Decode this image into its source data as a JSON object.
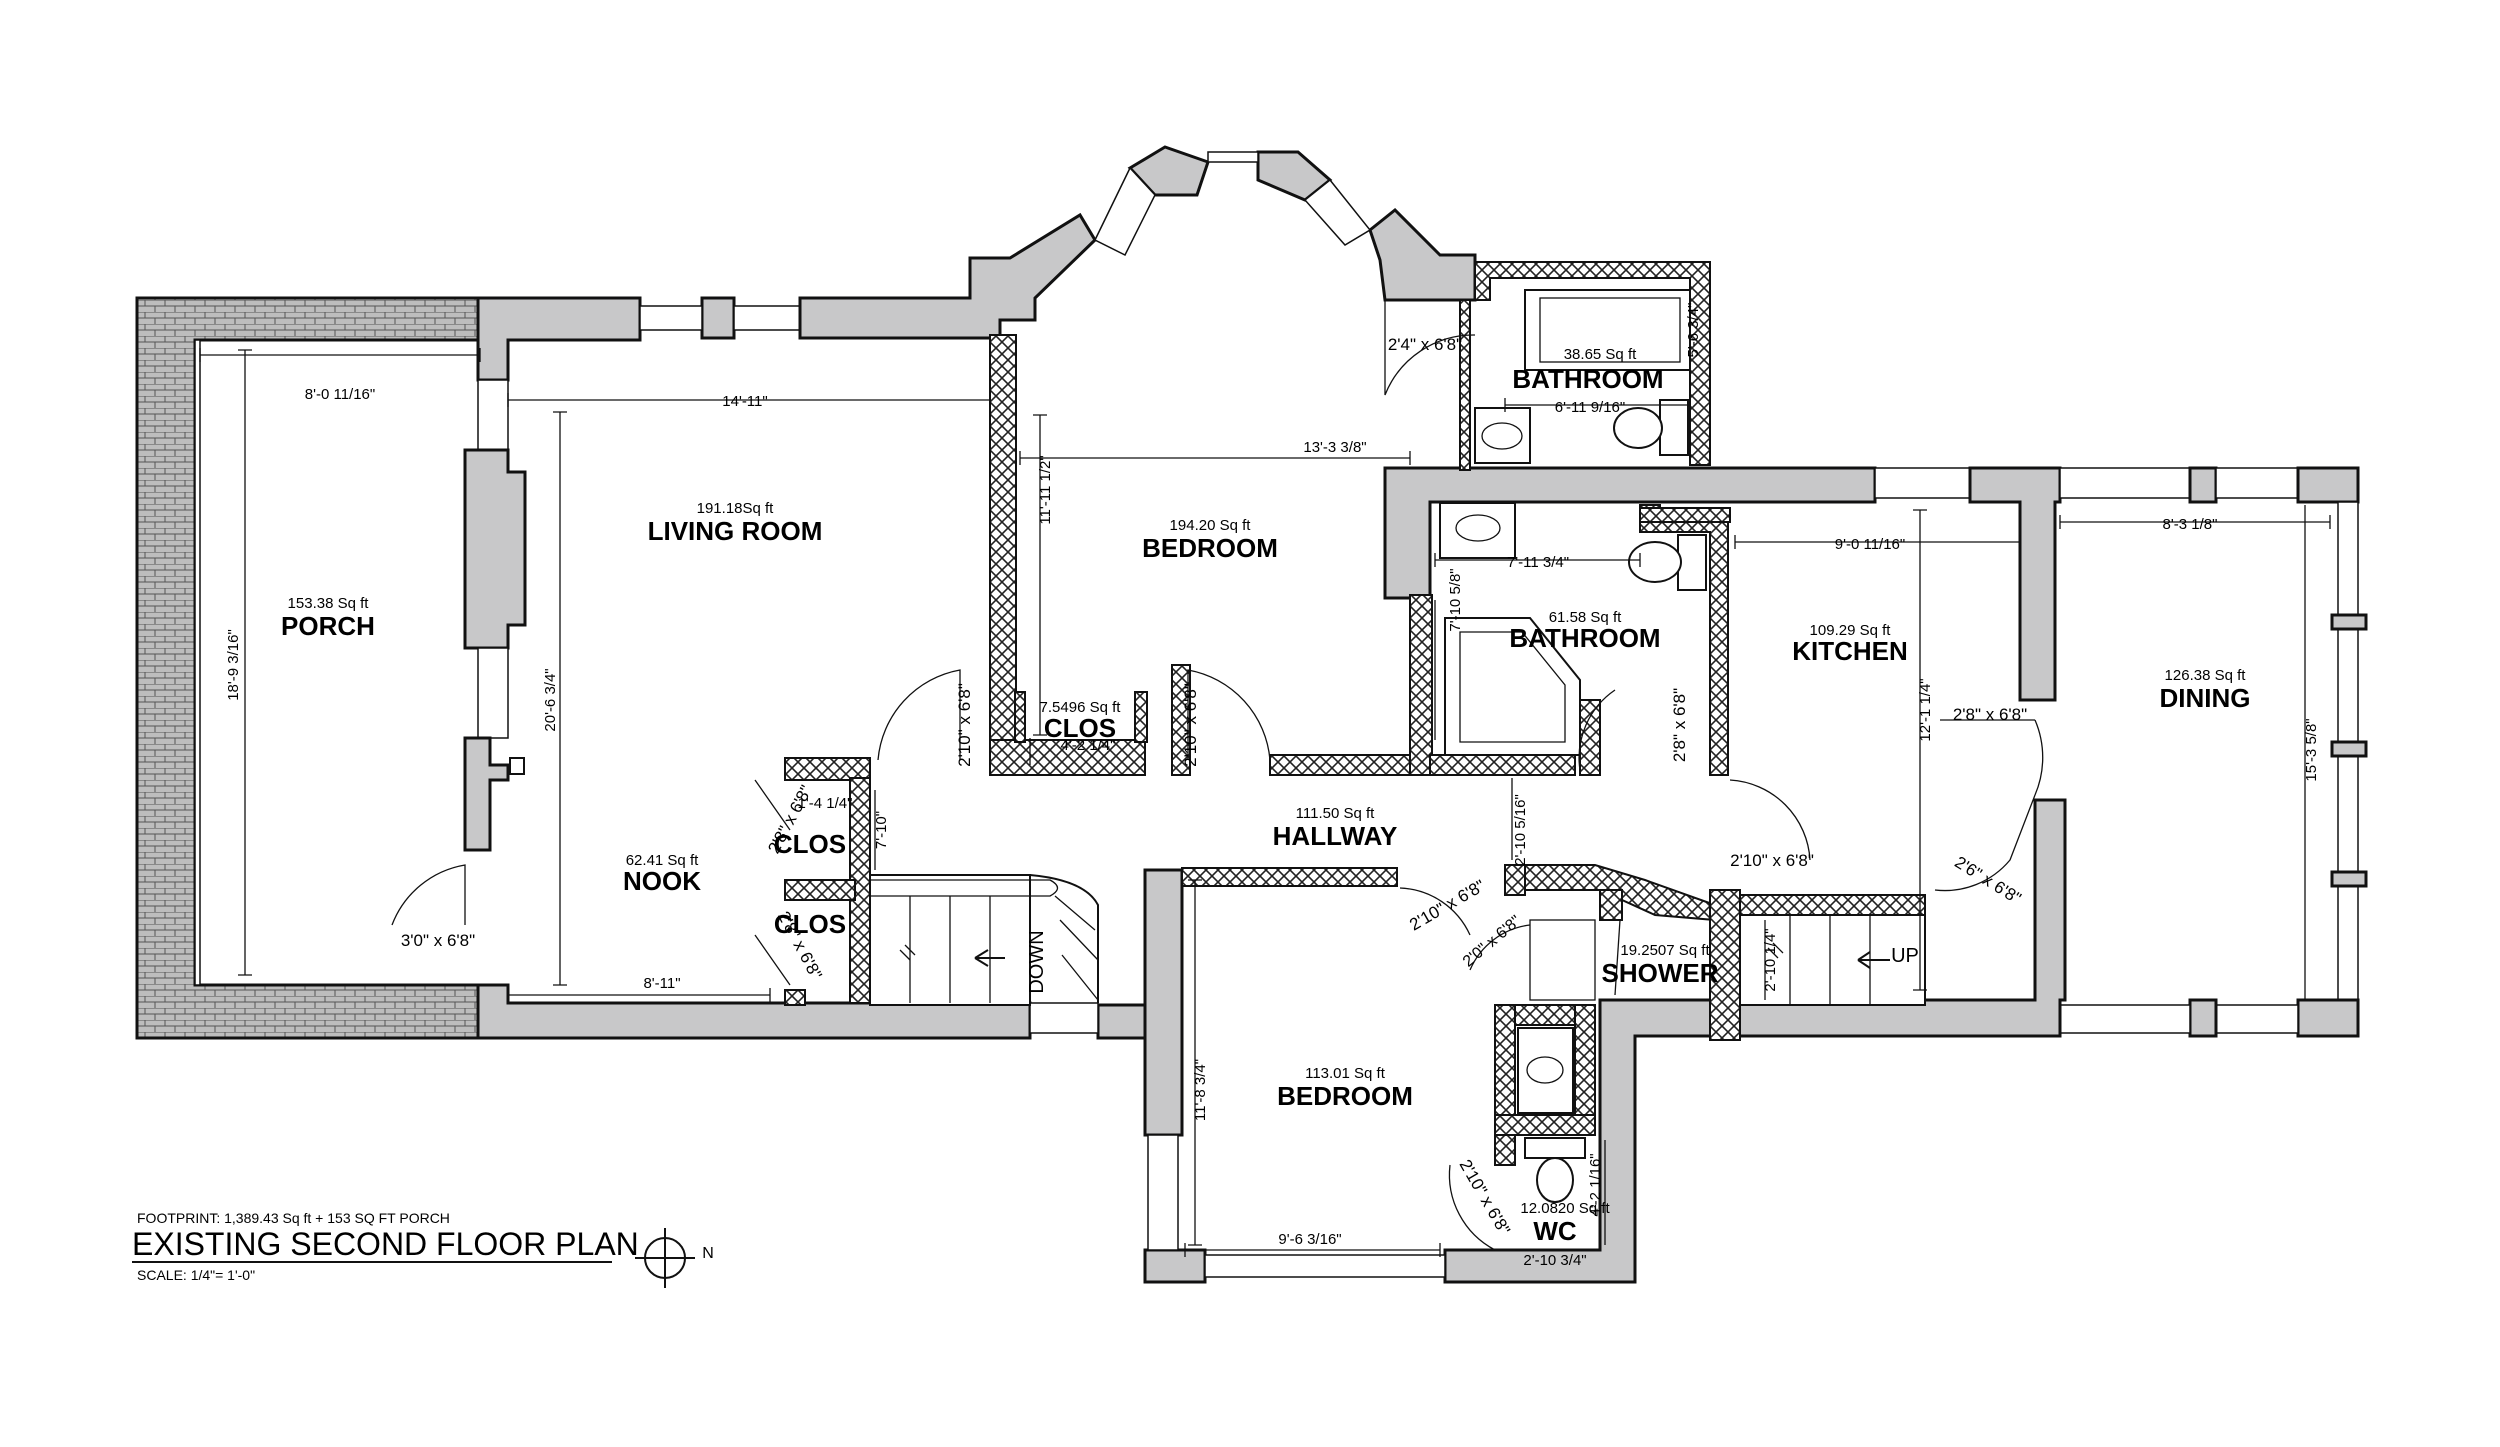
{
  "rooms": {
    "porch": {
      "name": "PORCH",
      "area": "153.38 Sq ft"
    },
    "living": {
      "name": "LIVING ROOM",
      "area": "191.18Sq ft"
    },
    "bedroom1": {
      "name": "BEDROOM",
      "area": "194.20 Sq ft"
    },
    "bath1": {
      "name": "BATHROOM",
      "area": "38.65 Sq ft"
    },
    "bath2": {
      "name": "BATHROOM",
      "area": "61.58 Sq ft"
    },
    "kitchen": {
      "name": "KITCHEN",
      "area": "109.29 Sq ft"
    },
    "dining": {
      "name": "DINING",
      "area": "126.38 Sq ft"
    },
    "clos1": {
      "name": "CLOS",
      "area": "7.5496 Sq ft"
    },
    "clos2": {
      "name": "CLOS"
    },
    "clos3": {
      "name": "CLOS"
    },
    "nook": {
      "name": "NOOK",
      "area": "62.41 Sq ft"
    },
    "hallway": {
      "name": "HALLWAY",
      "area": "111.50 Sq ft"
    },
    "bedroom2": {
      "name": "BEDROOM",
      "area": "113.01 Sq ft"
    },
    "shower": {
      "name": "SHOWER",
      "area": "19.2507 Sq ft"
    },
    "wc": {
      "name": "WC",
      "area": "12.0820 Sq ft"
    }
  },
  "dimensions": {
    "porch_w": "8'-0 11/16\"",
    "porch_h": "18'-9 3/16\"",
    "living_w": "14'-11\"",
    "living_h": "20'-6 3/4\"",
    "nook_w": "8'-11\"",
    "bed1_w": "13'-3 3/8\"",
    "bed1_h": "11'-11 1/2\"",
    "bath1_w": "6'-11 9/16\"",
    "bath1_h": "5'-6 3/4\"",
    "bath2_w": "7'-11 3/4\"",
    "bath2_h": "7'-10 5/8\"",
    "kitchen_w": "9'-0 11/16\"",
    "kitchen_h": "12'-1 1/4\"",
    "dining_w": "8'-3 1/8\"",
    "dining_h": "15'-3 5/8\"",
    "clos1_w": "4'-2 1/4\"",
    "clos2_w": "1'-4 1/4\"",
    "nook_h": "7'-10\"",
    "hall_h": "2'-10 5/16\"",
    "stair2_w": "2'-10 1/4\"",
    "bed2_w": "9'-6 3/16\"",
    "bed2_h": "11'-8 3/4\"",
    "wc_w": "2'-10 3/4\"",
    "wc_h": "4'-2 1/16\""
  },
  "doors": {
    "d_bath1": "2'4\" x 6'8\"",
    "d_bed1_left": "2'10\" x 6'8\"",
    "d_bed1_right": "2'10\" x 6'8\"",
    "d_bath2": "2'8\" x 6'8\"",
    "d_kitchen": "2'8\" x 6'8\"",
    "d_clos2": "2'8\" x 6'8\"",
    "d_clos3": "2'8\" x 6'8\"",
    "d_porch": "3'0\" x 6'8\"",
    "d_hall_bed2": "2'10\" x 6'8\"",
    "d_shower": "2'0\" x 6'8\"",
    "d_stair2": "2'10\" x 6'8\"",
    "d_dining": "2'6\" x 6'8\"",
    "d_wc": "2'10\" x 6'8\""
  },
  "stairs": {
    "down": "DOWN",
    "up": "UP"
  },
  "footer": {
    "footprint": "FOOTPRINT: 1,389.43 Sq ft + 153 SQ FT PORCH",
    "title": "EXISTING SECOND FLOOR PLAN",
    "scale": "SCALE: 1/4\"= 1'-0\"",
    "north": "N"
  }
}
